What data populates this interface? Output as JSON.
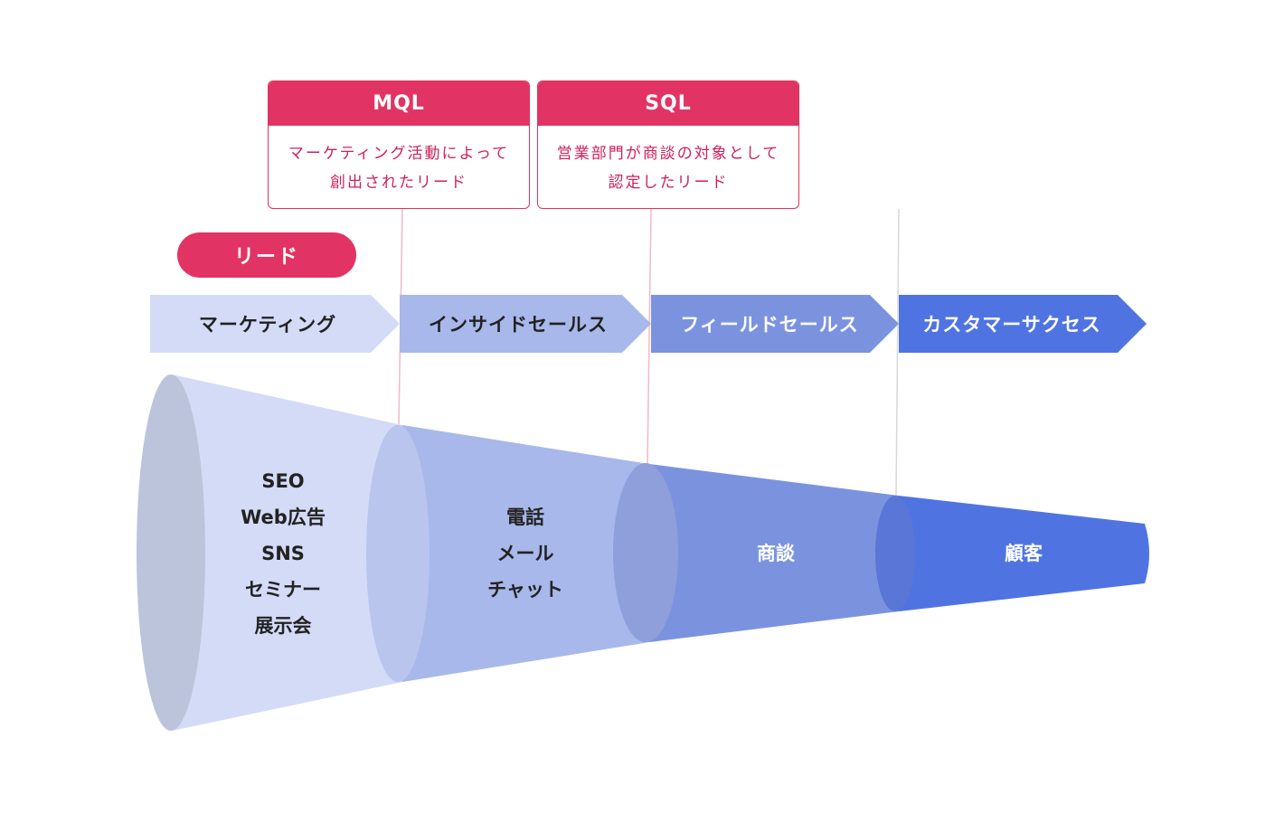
{
  "definitions": {
    "mql": {
      "title": "MQL",
      "line1": "マーケティング活動によって",
      "line2": "創出されたリード"
    },
    "sql": {
      "title": "SQL",
      "line1": "営業部門が商談の対象として",
      "line2": "認定したリード"
    }
  },
  "lead_label": "リード",
  "stages": [
    {
      "label": "マーケティング"
    },
    {
      "label": "インサイドセールス"
    },
    {
      "label": "フィールドセールス"
    },
    {
      "label": "カスタマーサクセス"
    }
  ],
  "funnel": {
    "marketing_items": [
      "SEO",
      "Web広告",
      "SNS",
      "セミナー",
      "展示会"
    ],
    "inside_sales_items": [
      "電話",
      "メール",
      "チャット"
    ],
    "field_sales_items": [
      "商談"
    ],
    "customer_success_items": [
      "顧客"
    ]
  },
  "colors": {
    "accent": "#e23464",
    "stage1": "#d3dbf7",
    "stage2": "#a8b8ea",
    "stage3": "#7b93df",
    "stage4": "#4f74e2"
  }
}
